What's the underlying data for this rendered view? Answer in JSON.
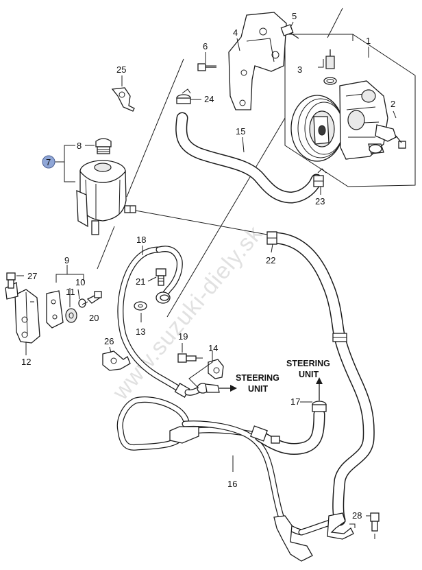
{
  "watermark": "www.suzuki-diely.sk",
  "highlight_color": "#8fa6d6",
  "part_numbers": {
    "p1": "1",
    "p2": "2",
    "p3": "3",
    "p4": "4",
    "p5": "5",
    "p6": "6",
    "p7": "7",
    "p8": "8",
    "p9": "9",
    "p10": "10",
    "p11": "11",
    "p12": "12",
    "p13": "13",
    "p14": "14",
    "p15": "15",
    "p16": "16",
    "p17": "17",
    "p18": "18",
    "p19": "19",
    "p20": "20",
    "p21": "21",
    "p22": "22",
    "p23": "23",
    "p24": "24",
    "p25": "25",
    "p26": "26",
    "p27": "27",
    "p28": "28"
  },
  "highlighted_part": "7",
  "destinations": {
    "steering_unit_1_line1": "STEERING",
    "steering_unit_1_line2": "UNIT",
    "steering_unit_2_line1": "STEERING",
    "steering_unit_2_line2": "UNIT"
  }
}
